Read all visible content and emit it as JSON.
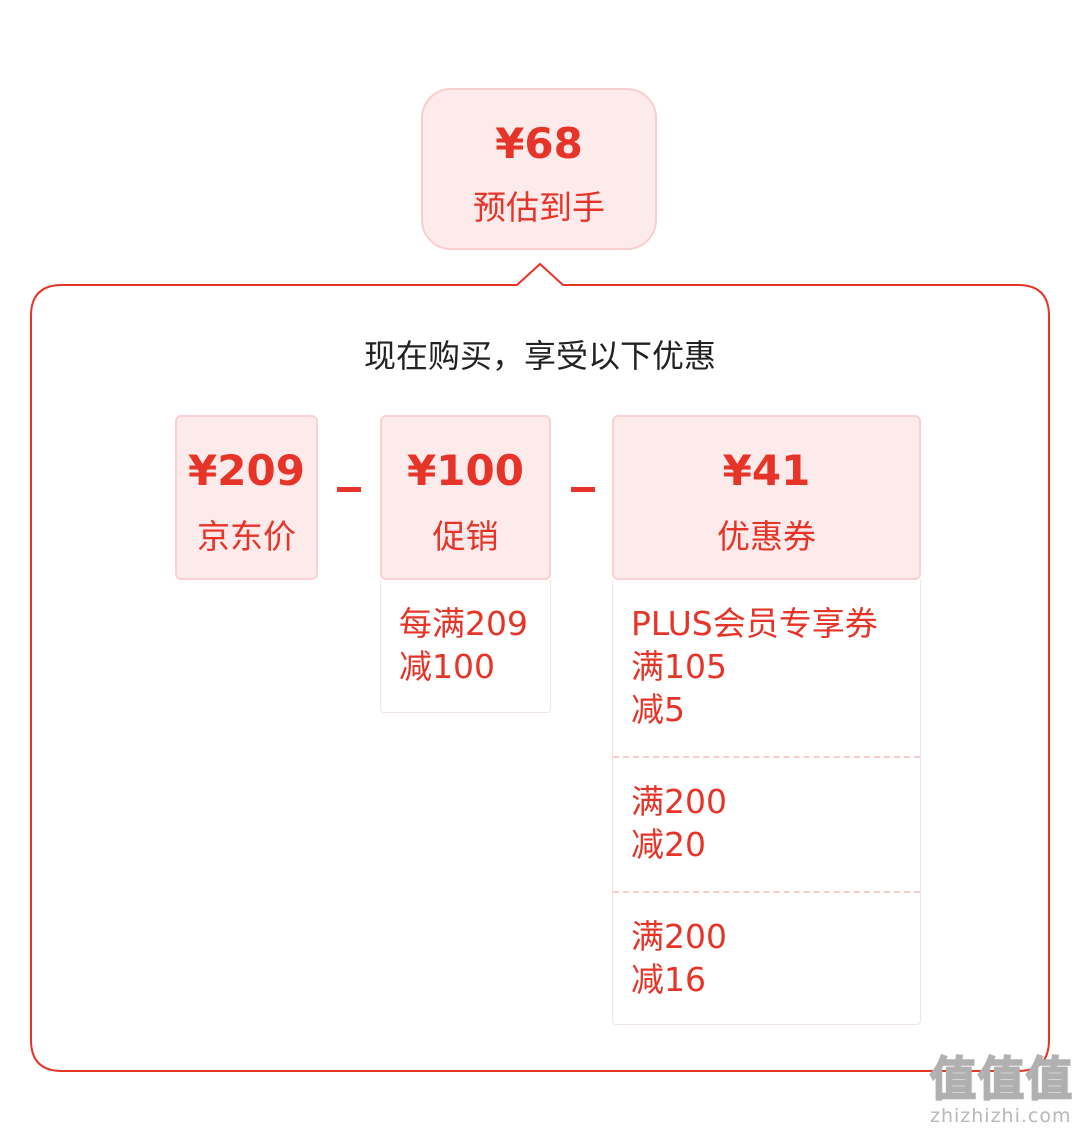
{
  "summary": {
    "final_price": "¥68",
    "final_label": "预估到手"
  },
  "breakdown": {
    "headline": "现在购买，享受以下优惠",
    "jd_price": {
      "amount": "¥209",
      "label": "京东价"
    },
    "promotion": {
      "amount": "¥100",
      "label": "促销",
      "details": [
        "每满209\n减100"
      ]
    },
    "coupon": {
      "amount": "¥41",
      "label": "优惠券",
      "details": [
        "PLUS会员专享券\n满105\n减5",
        "满200\n减20",
        "满200\n减16"
      ]
    }
  },
  "watermark": {
    "glyph": "值",
    "url": "zhizhizhi.com"
  },
  "colors": {
    "accent": "#e63428",
    "box_fill": "#fdeaea",
    "box_border": "#f8cfcf",
    "panel_border": "#e63428"
  }
}
